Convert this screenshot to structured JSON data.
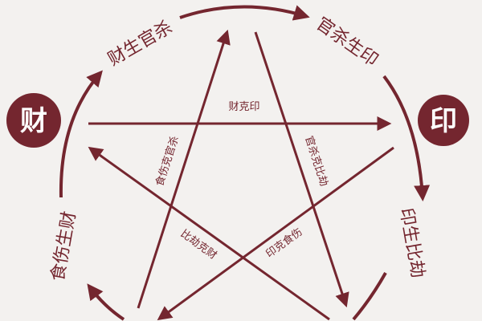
{
  "nodes": {
    "cai": "财",
    "yin": "印"
  },
  "outer_labels": {
    "cai_sheng_guan_sha": "财生官杀",
    "guan_sha_sheng_yin": "官杀生印",
    "yin_sheng_bi_jie": "印生比劫",
    "shi_shang_sheng_cai": "食伤生财"
  },
  "inner_labels": {
    "cai_ke_yin": "财克印",
    "guan_sha_ke_bi_jie": "官杀克比劫",
    "shi_shang_ke_guan_sha": "食伤克官杀",
    "bi_jie_ke_cai": "比劫克财",
    "yin_ke_shi_shang": "印克食伤"
  },
  "colors": {
    "accent": "#74262f",
    "background": "#f3f1ef",
    "node_text": "#ffffff"
  }
}
